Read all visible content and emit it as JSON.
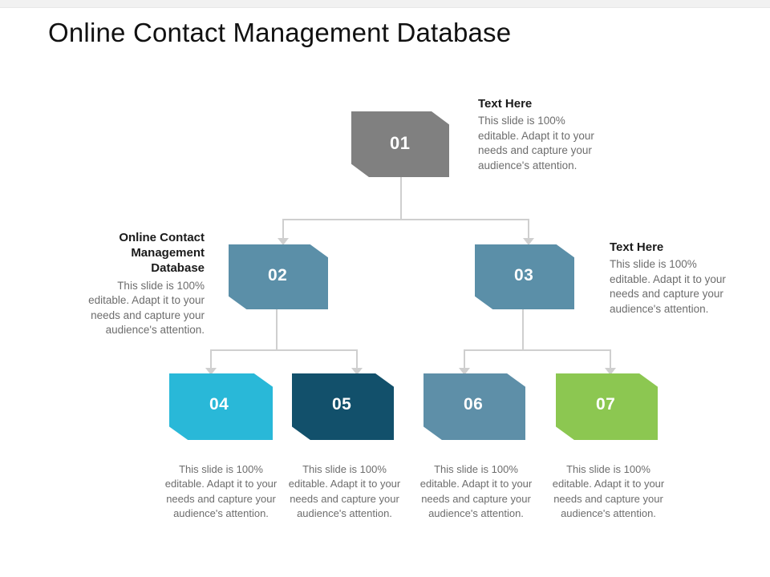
{
  "slide": {
    "title": "Online Contact Management Database",
    "background_color": "#ffffff",
    "connector_color": "#cfcfcf"
  },
  "nodes": [
    {
      "id": "node-01",
      "number": "01",
      "color": "#808080",
      "level": 1
    },
    {
      "id": "node-02",
      "number": "02",
      "color": "#5b8fa8",
      "level": 2
    },
    {
      "id": "node-03",
      "number": "03",
      "color": "#5b8fa8",
      "level": 2
    },
    {
      "id": "node-04",
      "number": "04",
      "color": "#29b8d8",
      "level": 3
    },
    {
      "id": "node-05",
      "number": "05",
      "color": "#12506b",
      "level": 3
    },
    {
      "id": "node-06",
      "number": "06",
      "color": "#5e8fa8",
      "level": 3
    },
    {
      "id": "node-07",
      "number": "07",
      "color": "#8cc751",
      "level": 3
    }
  ],
  "text_blocks": {
    "top_right": {
      "heading": "Text Here",
      "body": "This slide is 100% editable. Adapt it to your needs and capture your audience's attention."
    },
    "mid_left": {
      "heading": "Online Contact Management Database",
      "body": "This slide is 100% editable. Adapt it to your needs and capture your audience's attention."
    },
    "mid_right": {
      "heading": "Text Here",
      "body": "This slide is 100% editable. Adapt it to your needs and capture your audience's attention."
    }
  },
  "captions": [
    {
      "for": "node-04",
      "text": "This slide is 100% editable. Adapt it to your needs and capture your audience's attention."
    },
    {
      "for": "node-05",
      "text": "This slide is 100% editable. Adapt it to your needs and capture your audience's attention."
    },
    {
      "for": "node-06",
      "text": "This slide is 100% editable. Adapt it to your needs and capture your audience's attention."
    },
    {
      "for": "node-07",
      "text": "This slide is 100% editable. Adapt it to your needs and capture your audience's attention."
    }
  ]
}
